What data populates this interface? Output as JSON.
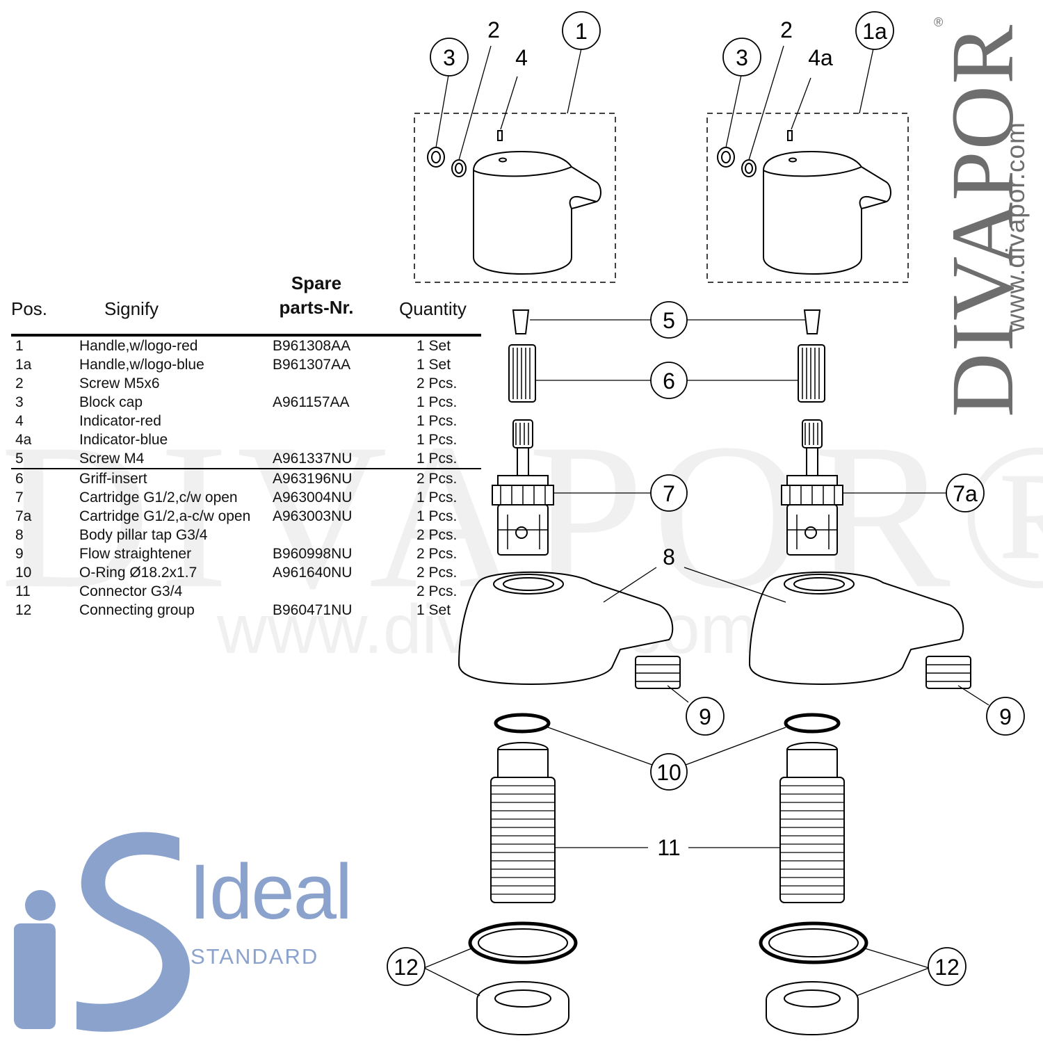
{
  "table": {
    "headers": {
      "pos": "Pos.",
      "signify": "Signify",
      "spare_line1": "Spare",
      "spare_line2": "parts-Nr.",
      "quantity": "Quantity"
    },
    "rows": [
      {
        "pos": "1",
        "signify": "Handle,w/logo-red",
        "part": "B961308AA",
        "qty": "1 Set"
      },
      {
        "pos": "1a",
        "signify": "Handle,w/logo-blue",
        "part": "B961307AA",
        "qty": "1 Set"
      },
      {
        "pos": "2",
        "signify": "Screw M5x6",
        "part": "",
        "qty": "2 Pcs."
      },
      {
        "pos": "3",
        "signify": "Block cap",
        "part": "A961157AA",
        "qty": "1 Pcs."
      },
      {
        "pos": "4",
        "signify": "Indicator-red",
        "part": "",
        "qty": "1 Pcs."
      },
      {
        "pos": "4a",
        "signify": "Indicator-blue",
        "part": "",
        "qty": "1 Pcs."
      },
      {
        "pos": "5",
        "signify": "Screw M4",
        "part": "A961337NU",
        "qty": "1 Pcs."
      },
      {
        "pos": "6",
        "signify": "Griff-insert",
        "part": "A963196NU",
        "qty": "2 Pcs."
      },
      {
        "pos": "7",
        "signify": "Cartridge G1/2,c/w open",
        "part": "A963004NU",
        "qty": "1 Pcs."
      },
      {
        "pos": "7a",
        "signify": "Cartridge G1/2,a-c/w open",
        "part": "A963003NU",
        "qty": "1 Pcs."
      },
      {
        "pos": "8",
        "signify": "Body pillar tap G3/4",
        "part": "",
        "qty": "2 Pcs."
      },
      {
        "pos": "9",
        "signify": "Flow straightener",
        "part": "B960998NU",
        "qty": "2 Pcs."
      },
      {
        "pos": "10",
        "signify": "O-Ring Ø18.2x1.7",
        "part": "A961640NU",
        "qty": "2 Pcs."
      },
      {
        "pos": "11",
        "signify": "Connector G3/4",
        "part": "",
        "qty": "2 Pcs."
      },
      {
        "pos": "12",
        "signify": "Connecting group",
        "part": "B960471NU",
        "qty": "1 Set"
      }
    ]
  },
  "callouts": {
    "left": {
      "c1": "1",
      "c2": "2",
      "c3": "3",
      "c4": "4",
      "c7": "7",
      "c9": "9",
      "c12": "12"
    },
    "right": {
      "c1": "1a",
      "c2": "2",
      "c3": "3",
      "c4": "4a",
      "c7": "7a",
      "c9": "9",
      "c12": "12"
    },
    "shared": {
      "c5": "5",
      "c6": "6",
      "c8": "8",
      "c10": "10",
      "c11": "11"
    }
  },
  "brand": {
    "divapor": "DIVAPOR",
    "divapor_reg": "®",
    "divapor_url": "www.divapor.com",
    "watermark": "DIVAPOR®",
    "watermark_url": "www.divapor.com",
    "ideal": "Ideal",
    "standard": "STANDARD"
  },
  "colors": {
    "ideal_blue": "#8aa2cc",
    "divapor_grey": "#6e6e6e",
    "line": "#000000"
  }
}
